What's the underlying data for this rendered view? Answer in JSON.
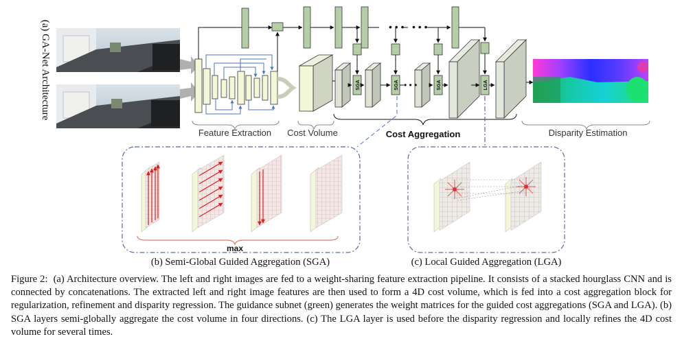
{
  "panel_a_title": "(a) GA-Net Architecture",
  "stage_labels": {
    "feature_extraction": "Feature Extraction",
    "cost_volume": "Cost Volume",
    "cost_aggregation": "Cost Aggregation",
    "disparity_estimation": "Disparity Estimation"
  },
  "layer_tags": {
    "sga": "SGA",
    "lga": "LGA"
  },
  "sga_panel": {
    "max_label": "max",
    "caption": "(b) Semi-Global Guided Aggregation (SGA)"
  },
  "lga_panel": {
    "caption": "(c) Local Guided Aggregation (LGA)"
  },
  "figure_caption": {
    "label": "Figure 2:",
    "text": "(a) Architecture overview. The left and right images are fed to a weight-sharing feature extraction pipeline. It consists of a stacked hourglass CNN and is connected by concatenations. The extracted left and right image features are then used to form a 4D cost volume, which is fed into a cost aggregation block for regularization, refinement and disparity regression. The guidance subnet (green) generates the weight matrices for the guided cost aggregations (SGA and LGA). (b) SGA layers semi-globally aggregate the cost volume in four directions. (c) The LGA layer is used before the disparity regression and locally refines the 4D cost volume for several times."
  },
  "colors": {
    "guidance_green": "#b4cfa8",
    "feature_yellow": "#f4f6d8",
    "cost_grey": "#d8ded2",
    "arrow_blue": "#4a72c4",
    "aggregation_red": "#d62020",
    "sga_frame": "#5566aa",
    "lga_frame": "#7a5a9c"
  }
}
